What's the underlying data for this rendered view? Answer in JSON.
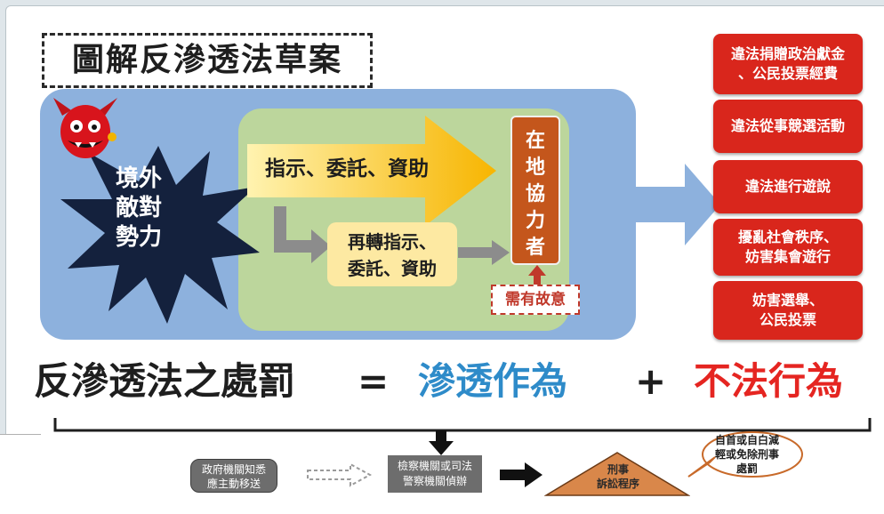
{
  "title": "圖解反滲透法草案",
  "hostile_force": {
    "line1": "境外",
    "line2": "敵對",
    "line3": "勢力"
  },
  "main_arrow_label": "指示、委託、資助",
  "relay": {
    "line1": "再轉指示、",
    "line2": "委託、資助"
  },
  "local_actor": {
    "c1": "在",
    "c2": "地",
    "c3": "協",
    "c4": "力",
    "c5": "者"
  },
  "intent_label": "需有故意",
  "illegal_acts": [
    {
      "line1": "違法捐贈政治獻金",
      "line2": "、公民投票經費"
    },
    {
      "line1": "違法從事競選活動",
      "line2": ""
    },
    {
      "line1": "違法進行遊說",
      "line2": ""
    },
    {
      "line1": "擾亂社會秩序、",
      "line2": "妨害集會遊行"
    },
    {
      "line1": "妨害選舉、",
      "line2": "公民投票"
    }
  ],
  "equation": {
    "part1": "反滲透法之處罰",
    "op1": "=",
    "part2": "滲透作為",
    "op2": "+",
    "part3": "不法行為"
  },
  "process": {
    "step1": {
      "line1": "政府機關知悉",
      "line2": "應主動移送"
    },
    "step2": {
      "line1": "檢察機關或司法",
      "line2": "警察機關偵辦"
    },
    "step3": {
      "line1": "刑事",
      "line2": "訴訟程序"
    },
    "note": {
      "line1": "自首或自白減",
      "line2": "輕或免除刑事",
      "line3": "處罰"
    }
  },
  "colors": {
    "blue_panel": "#8db1dd",
    "green_panel": "#bcd69c",
    "arrow_yellow": "#fbc02d",
    "local_actor": "#c4561c",
    "red_box": "#d9261c",
    "equation_blue": "#2e8bc9",
    "equation_red": "#e52521",
    "triangle": "#d9874a"
  },
  "icons": {
    "devil": "devil-mascot-icon",
    "burst": "starburst-shape"
  }
}
